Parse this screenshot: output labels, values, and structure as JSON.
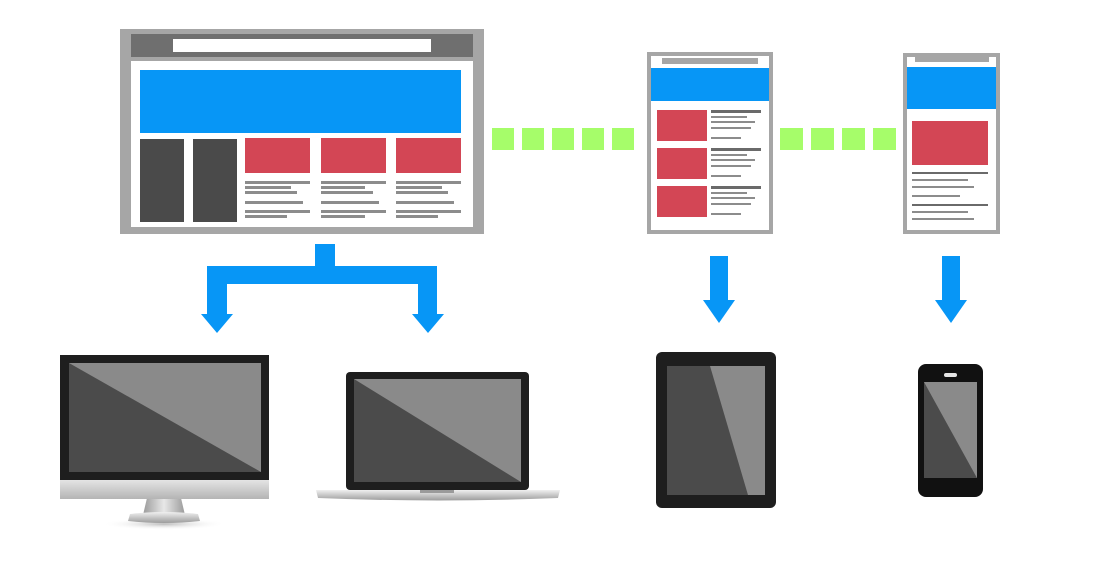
{
  "diagram": {
    "layouts": [
      {
        "id": "desktop",
        "device_targets": [
          "desktop-monitor",
          "laptop"
        ]
      },
      {
        "id": "tablet",
        "device_targets": [
          "tablet"
        ]
      },
      {
        "id": "phone",
        "device_targets": [
          "smartphone"
        ]
      }
    ],
    "connectors": {
      "desktop_to_tablet_dashes": 5,
      "tablet_to_phone_dashes": 4
    },
    "devices": [
      "desktop-monitor",
      "laptop",
      "tablet",
      "smartphone"
    ]
  },
  "colors": {
    "frame_gray": "#a6a6a6",
    "header_blue": "#0796f6",
    "card_red": "#d34655",
    "sidebar_dark": "#4a4a4a",
    "text_line_gray": "#8c8c8c",
    "connector_green": "#a6fd6a",
    "arrow_blue": "#0796f6",
    "device_black": "#1e1e1e",
    "screen_dark": "#4b4b4b",
    "screen_light": "#8a8a8a",
    "aluminum": "#c8c8c8"
  }
}
